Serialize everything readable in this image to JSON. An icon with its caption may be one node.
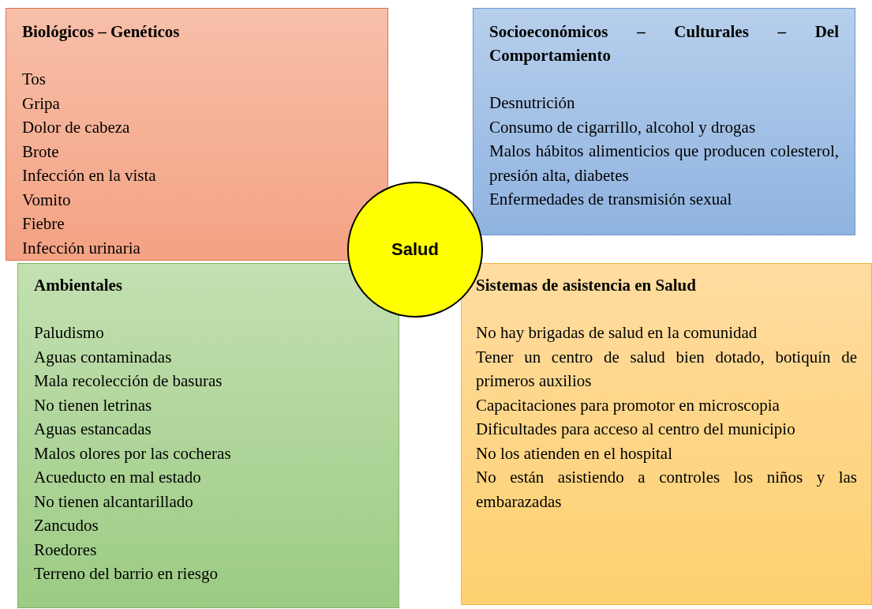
{
  "diagram": {
    "nodes": [
      {
        "text": [
          "Biológicos – Genéticos",
          "Tos",
          "Gripa",
          "Dolor de cabeza",
          "Brote",
          "Infección en la vista",
          "Vomito",
          "Fiebre",
          "Infección urinaria"
        ]
      },
      {
        "text": [
          "Socioeconómicos – Culturales – Del Comportamiento",
          "Desnutrición",
          "Consumo de cigarrillo, alcohol y drogas",
          "Malos hábitos alimenticios que producen colesterol, presión alta, diabetes",
          "Enfermedades de transmisión sexual"
        ]
      },
      {
        "text": [
          "Salud"
        ]
      },
      {
        "text": [
          "Ambientales",
          "Paludismo",
          "Aguas contaminadas",
          "Mala recolección de basuras",
          "No tienen letrinas",
          "Aguas estancadas",
          "Malos olores por las cocheras",
          "Acueducto en mal estado",
          "No tienen alcantarillado",
          "Zancudos",
          "Roedores",
          "Terreno del barrio en riesgo"
        ]
      },
      {
        "text": [
          "Sistemas de asistencia en Salud",
          "No hay brigadas de salud en la comunidad",
          "Tener un centro de salud bien dotado, botiquín de primeros auxilios",
          "Capacitaciones para promotor en microscopia",
          "Dificultades para acceso al centro del municipio",
          "No los atienden en el hospital",
          "No están asistiendo a controles los niños y las embarazadas"
        ]
      }
    ],
    "edges": []
  }
}
